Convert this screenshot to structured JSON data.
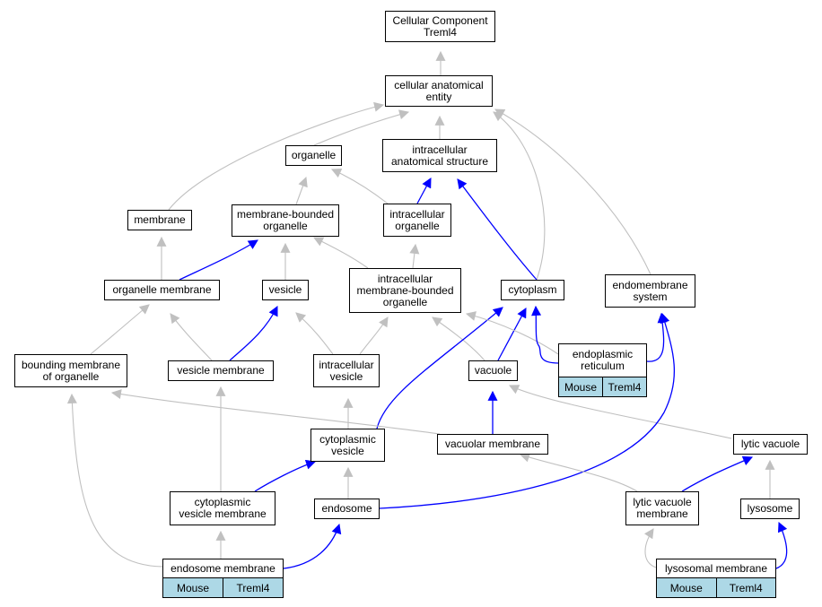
{
  "colors": {
    "is_a_edge": "#c0c0c0",
    "part_of_edge": "#0000ff",
    "species_cell": "#add8e6"
  },
  "nodes": {
    "cc_treml4": "Cellular Component\nTreml4",
    "cae": "cellular anatomical\nentity",
    "organelle": "organelle",
    "ias": "intracellular\nanatomical structure",
    "membrane": "membrane",
    "mbo": "membrane-bounded\norganelle",
    "io": "intracellular\norganelle",
    "org_membrane": "organelle membrane",
    "vesicle": "vesicle",
    "imbo": "intracellular\nmembrane-bounded\norganelle",
    "cytoplasm": "cytoplasm",
    "endomembrane": "endomembrane\nsystem",
    "bmo": "bounding membrane\nof organelle",
    "vesicle_membrane": "vesicle membrane",
    "iv": "intracellular\nvesicle",
    "vacuole": "vacuole",
    "cyt_vesicle": "cytoplasmic\nvesicle",
    "vac_membrane": "vacuolar membrane",
    "lytic_vacuole": "lytic vacuole",
    "cvm": "cytoplasmic\nvesicle membrane",
    "endosome": "endosome",
    "lvm": "lytic vacuole\nmembrane",
    "lysosome": "lysosome"
  },
  "tables": {
    "er": {
      "title": "endoplasmic\nreticulum",
      "cells": [
        "Mouse",
        "Treml4"
      ]
    },
    "endosome_membrane": {
      "title": "endosome membrane",
      "cells": [
        "Mouse",
        "Treml4"
      ]
    },
    "lysosomal_membrane": {
      "title": "lysosomal membrane",
      "cells": [
        "Mouse",
        "Treml4"
      ]
    }
  }
}
